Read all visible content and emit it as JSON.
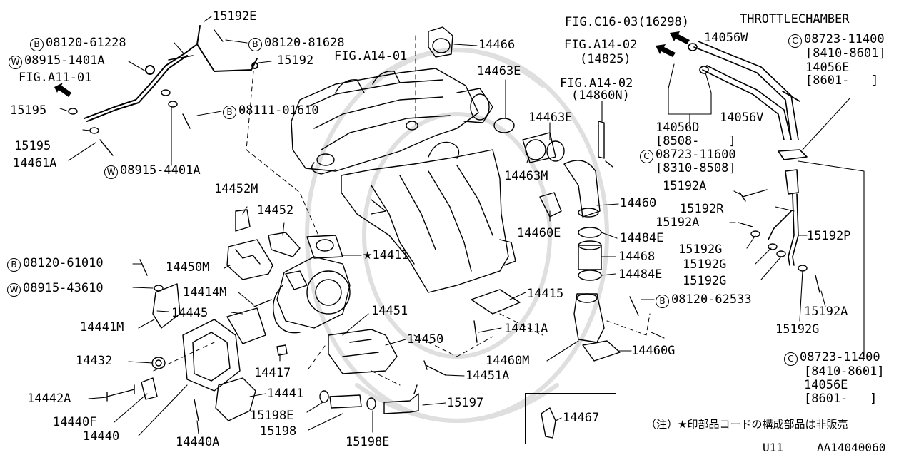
{
  "header": {
    "throttle_chamber": "THROTTLECHAMBER",
    "fig_c16": "FIG.C16-03(16298)",
    "fig_a14_02_a": "FIG.A14-02",
    "fig_a14_02_a_code": "(14825)",
    "fig_a14_02_b": "FIG.A14-02",
    "fig_a14_02_b_code": "(14860N)",
    "fig_a14_01": "FIG.A14-01",
    "fig_a11_01": "FIG.A11-01"
  },
  "markers": {
    "B": "B",
    "W": "W",
    "C": "C",
    "star": "★"
  },
  "parts": {
    "p15192E": "15192E",
    "p08120_61228": "08120-61228",
    "p08120_81628": "08120-81628",
    "p08915_1401A": "08915-1401A",
    "p15192": "15192",
    "p14466": "14466",
    "p14056W": "14056W",
    "p08723_11400_a": "08723-11400",
    "p8410_8601_a": "[8410-8601]",
    "p14056E_a": "14056E",
    "p8601_a": "[8601-   ]",
    "p15195_a": "15195",
    "p08111_01610": "08111-01610",
    "p14463E_a": "14463E",
    "p14463E_b": "14463E",
    "p14056V": "14056V",
    "p14056D": "14056D",
    "p8508": "[8508-    ]",
    "p08723_11600": "08723-11600",
    "p8310_8508": "[8310-8508]",
    "p15195_b": "15195",
    "p14461A": "14461A",
    "p08915_4401A": "08915-4401A",
    "p14463M": "14463M",
    "p15192A_a": "15192A",
    "p14452M": "14452M",
    "p14452": "14452",
    "p14460": "14460",
    "p15192R": "15192R",
    "p15192A_b": "15192A",
    "p14460E": "14460E",
    "p14484E_a": "14484E",
    "p15192P": "15192P",
    "p15192G_a": "15192G",
    "p08120_61010": "08120-61010",
    "p14411": "14411",
    "p14468": "14468",
    "p15192G_b": "15192G",
    "p14450M": "14450M",
    "p14484E_b": "14484E",
    "p15192G_c": "15192G",
    "p08915_43610": "08915-43610",
    "p14414M": "14414M",
    "p14415": "14415",
    "p08120_62533": "08120-62533",
    "p14445": "14445",
    "p14451": "14451",
    "p15192A_c": "15192A",
    "p14441M": "14441M",
    "p14411A": "14411A",
    "p15192G_d": "15192G",
    "p14450": "14450",
    "p14460G": "14460G",
    "p14432": "14432",
    "p14417": "14417",
    "p14460M": "14460M",
    "p08723_11400_b": "08723-11400",
    "p14451A": "14451A",
    "p8410_8601_b": "[8410-8601]",
    "p14441": "14441",
    "p14442A": "14442A",
    "p14056E_b": "14056E",
    "p15197": "15197",
    "p8601_b": "[8601-   ]",
    "p15198E_a": "15198E",
    "p14467": "14467",
    "p14440F": "14440F",
    "p15198": "15198",
    "p14440": "14440",
    "p14440A": "14440A",
    "p15198E_b": "15198E"
  },
  "note": "（注）★印部品コードの構成部品は非販売",
  "footer": {
    "model": "U11",
    "code": "AA14040060"
  }
}
